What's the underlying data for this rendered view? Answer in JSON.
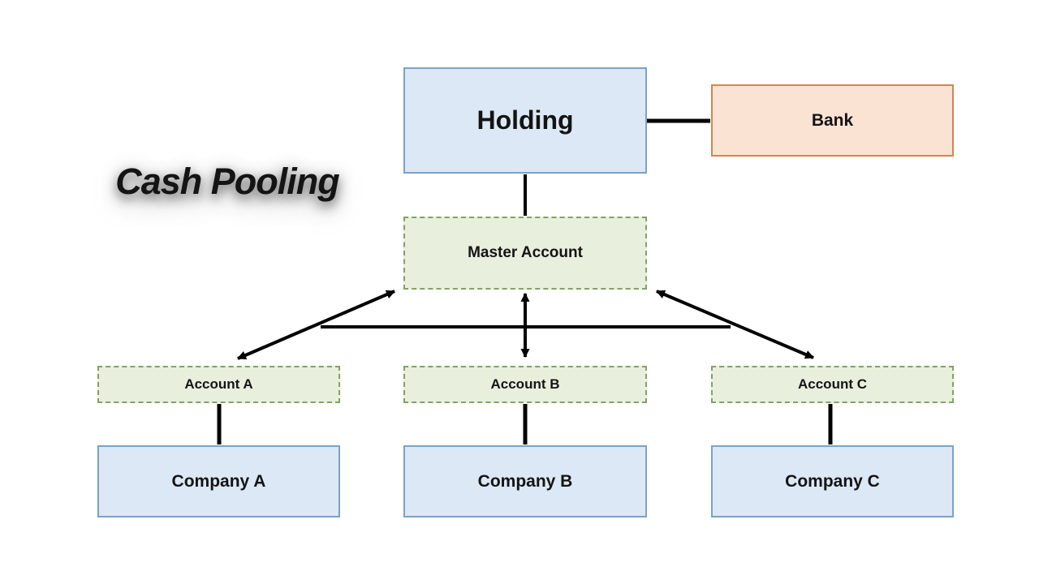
{
  "title": "Cash Pooling",
  "nodes": {
    "holding": {
      "label": "Holding"
    },
    "bank": {
      "label": "Bank"
    },
    "master_account": {
      "label": "Master Account"
    },
    "account_a": {
      "label": "Account A"
    },
    "account_b": {
      "label": "Account B"
    },
    "account_c": {
      "label": "Account C"
    },
    "company_a": {
      "label": "Company A"
    },
    "company_b": {
      "label": "Company B"
    },
    "company_c": {
      "label": "Company C"
    }
  },
  "connections": [
    {
      "from": "Holding",
      "to": "Bank",
      "style": "plain-line"
    },
    {
      "from": "Holding",
      "to": "Master Account",
      "style": "plain-line"
    },
    {
      "from": "Master Account",
      "to": "Account A",
      "style": "double-headed-arrow"
    },
    {
      "from": "Master Account",
      "to": "Account B",
      "style": "double-headed-arrow"
    },
    {
      "from": "Master Account",
      "to": "Account C",
      "style": "double-headed-arrow"
    },
    {
      "from": "Account A diagonal",
      "to": "Account C diagonal",
      "style": "horizontal-cross-line"
    },
    {
      "from": "Account A",
      "to": "Company A",
      "style": "plain-line"
    },
    {
      "from": "Account B",
      "to": "Company B",
      "style": "plain-line"
    },
    {
      "from": "Account C",
      "to": "Company C",
      "style": "plain-line"
    }
  ],
  "palette": {
    "company_fill": "#dce8f5",
    "company_border": "#7aa2c8",
    "bank_fill": "#fbe3d4",
    "bank_border": "#cd8758",
    "account_fill": "#e8efdd",
    "account_border": "#84a164",
    "connector_color": "#000000",
    "text_color": "#141414",
    "background": "#ffffff"
  }
}
